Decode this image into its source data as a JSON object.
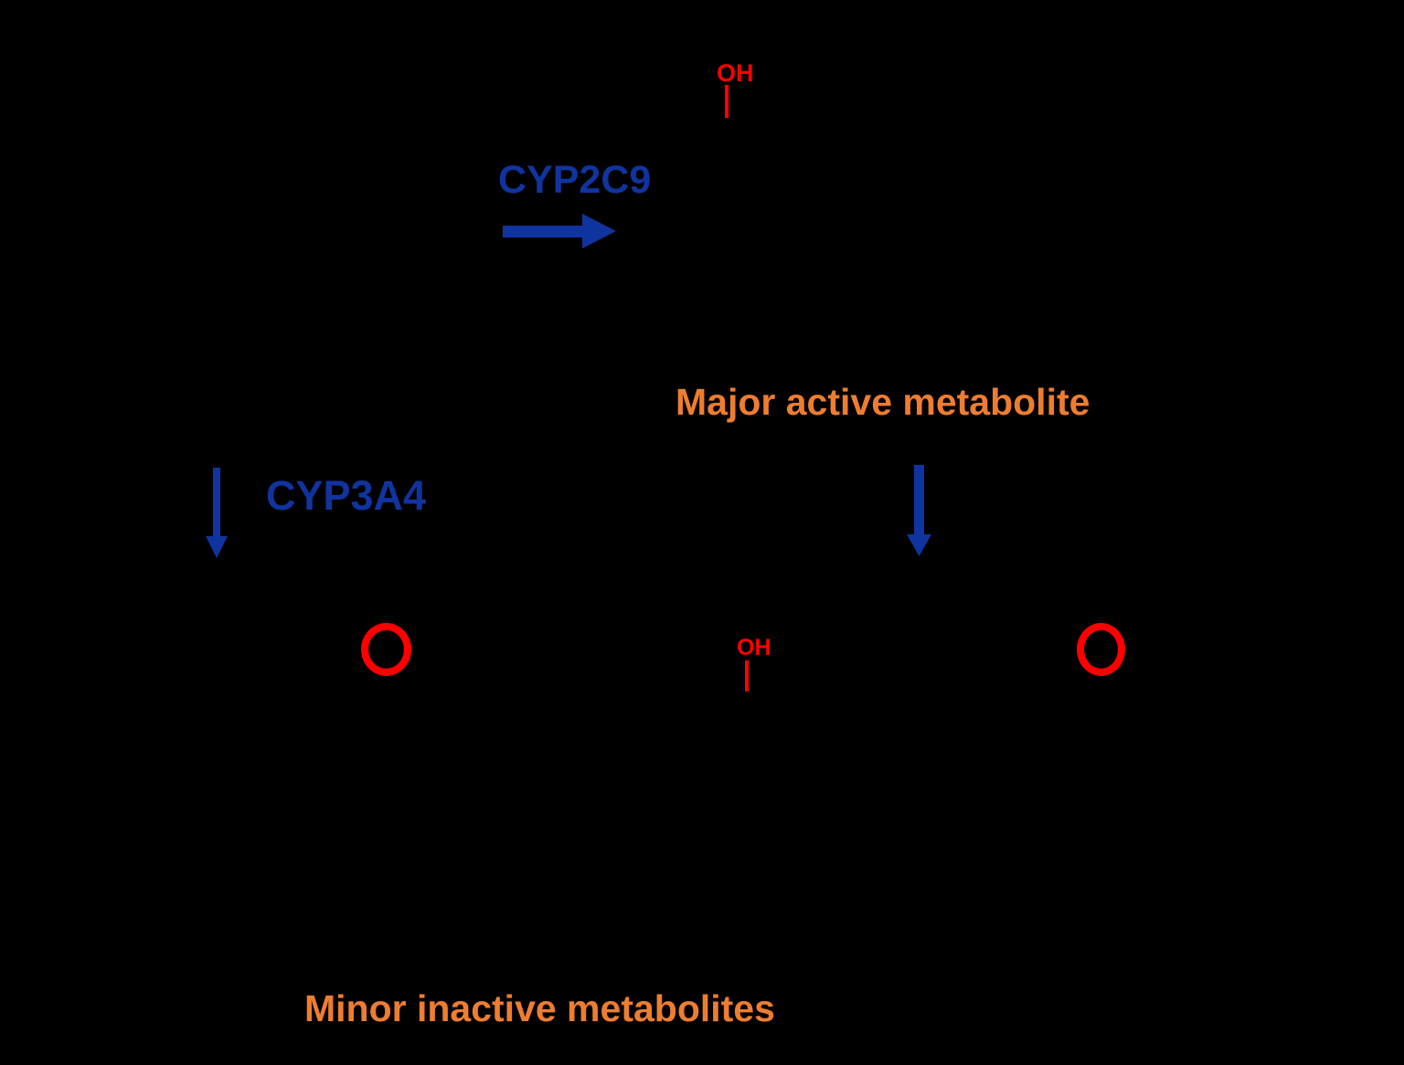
{
  "colors": {
    "background": "#000000",
    "enzyme_blue": "#10349F",
    "metabolite_orange": "#ED7D31",
    "highlight_red": "#FF0000"
  },
  "diagram": {
    "enzyme_labels": {
      "cyp2c9": "CYP2C9",
      "cyp3a4": "CYP3A4"
    },
    "metabolite_labels": {
      "major": "Major active metabolite",
      "minor": "Minor inactive metabolites"
    },
    "substituent_labels": {
      "hydroxyl_top": "OH",
      "hydroxyl_mid": "OH"
    },
    "icons": {
      "reaction_arrow_right": "→",
      "reaction_arrow_down": "↓",
      "oxidation_site_circle": "○"
    }
  }
}
